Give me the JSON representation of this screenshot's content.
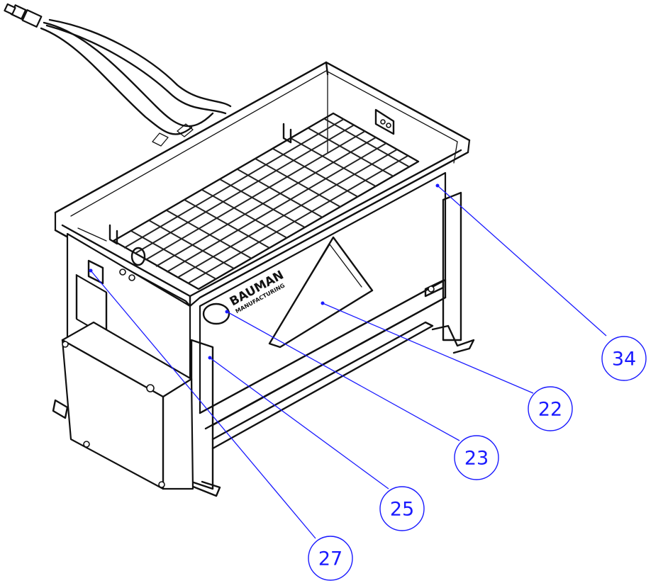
{
  "diagram": {
    "brand": {
      "name": "BAUMAN",
      "sub": "MANUFACTURING"
    },
    "callouts": [
      {
        "id": "callout-34",
        "label": "34"
      },
      {
        "id": "callout-22",
        "label": "22"
      },
      {
        "id": "callout-23",
        "label": "23"
      },
      {
        "id": "callout-25",
        "label": "25"
      },
      {
        "id": "callout-27",
        "label": "27"
      }
    ],
    "colors": {
      "callout": "#1a1aff",
      "line": "#111111",
      "background": "#ffffff"
    }
  }
}
